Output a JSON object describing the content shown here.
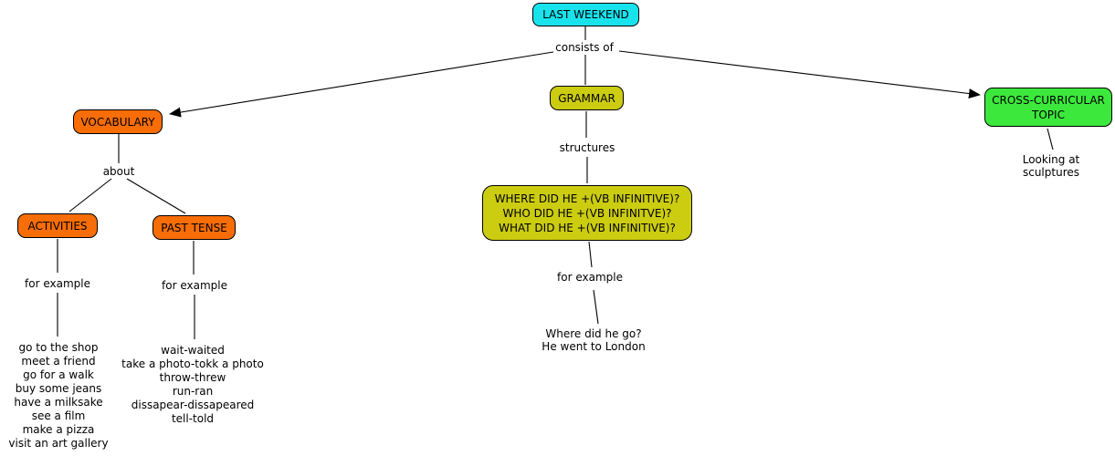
{
  "colors": {
    "canvas_bg": "#ffffff",
    "line": "#000000",
    "node_border": "#000000",
    "root_node_bg": "#18e3ed",
    "orange_node_bg": "#f86d06",
    "olive_node_bg": "#cccc11",
    "green_node_bg": "#3de83d",
    "text": "#000000"
  },
  "nodes": {
    "root": "LAST WEEKEND",
    "vocabulary": "VOCABULARY",
    "grammar": "GRAMMAR",
    "cross_curricular": [
      "CROSS-CURRICULAR",
      "TOPIC"
    ],
    "activities": "ACTIVITIES",
    "past_tense": "PAST TENSE",
    "grammar_structures": [
      "WHERE DID HE +(VB INFINITIVE)?",
      "WHO DID HE +(VB INFINITVE)?",
      "WHAT DID HE +(VB INFINITIVE)?"
    ]
  },
  "linking_phrases": {
    "consists_of": "consists of",
    "about": "about",
    "activities_for_example": "for example",
    "past_tense_for_example": "for example",
    "structures": "structures",
    "grammar_for_example": "for example"
  },
  "text_nodes": {
    "activities_examples": [
      "go to the shop",
      "meet a friend",
      "go for a walk",
      "buy some jeans",
      "have a milksake",
      "see a film",
      "make a pizza",
      "visit an art gallery"
    ],
    "past_tense_examples": [
      "wait-waited",
      "take a photo-tokk a photo",
      "throw-threw",
      "run-ran",
      "dissapear-dissapeared",
      "tell-told"
    ],
    "grammar_example": [
      "Where did he go?",
      "He went to London"
    ],
    "cross_curricular_example": [
      "Looking at",
      "sculptures"
    ]
  }
}
